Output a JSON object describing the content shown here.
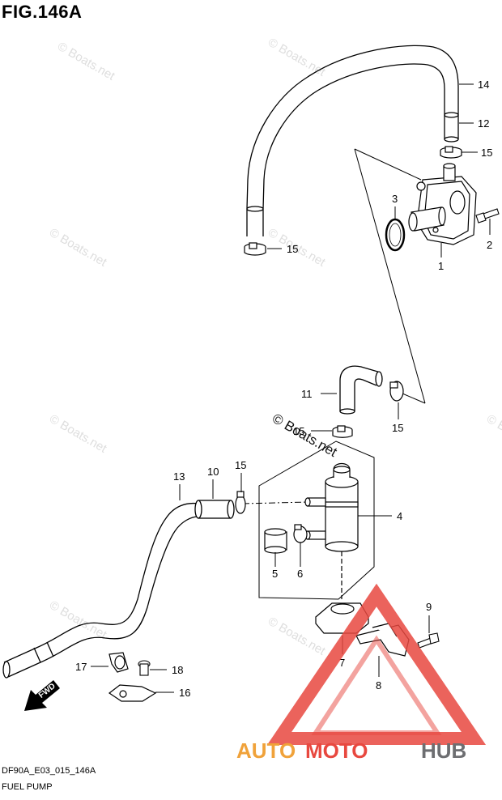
{
  "figure": {
    "title": "FIG.146A",
    "code": "DF90A_E03_015_146A",
    "caption": "FUEL PUMP"
  },
  "watermark": {
    "text": "© Boats.net"
  },
  "callouts": [
    {
      "id": "c14",
      "label": "14"
    },
    {
      "id": "c12",
      "label": "12"
    },
    {
      "id": "c15a",
      "label": "15"
    },
    {
      "id": "c3",
      "label": "3"
    },
    {
      "id": "c2",
      "label": "2"
    },
    {
      "id": "c1",
      "label": "1"
    },
    {
      "id": "c15b",
      "label": "15"
    },
    {
      "id": "c11",
      "label": "11"
    },
    {
      "id": "c15c",
      "label": "15"
    },
    {
      "id": "c15d",
      "label": "15"
    },
    {
      "id": "c13",
      "label": "13"
    },
    {
      "id": "c10",
      "label": "10"
    },
    {
      "id": "c15e",
      "label": "15"
    },
    {
      "id": "c4",
      "label": "4"
    },
    {
      "id": "c5",
      "label": "5"
    },
    {
      "id": "c6",
      "label": "6"
    },
    {
      "id": "c9",
      "label": "9"
    },
    {
      "id": "c7",
      "label": "7"
    },
    {
      "id": "c8",
      "label": "8"
    },
    {
      "id": "c17",
      "label": "17"
    },
    {
      "id": "c18",
      "label": "18"
    },
    {
      "id": "c16",
      "label": "16"
    }
  ],
  "fwd_arrow": {
    "label": "FWD"
  },
  "logo": {
    "brand_part1": "AUTO",
    "brand_part2": "MOTO",
    "brand_part3": "HUB",
    "colors": {
      "red": "#e8483f",
      "orange": "#f0a23a",
      "gray": "#6d6e71"
    }
  }
}
